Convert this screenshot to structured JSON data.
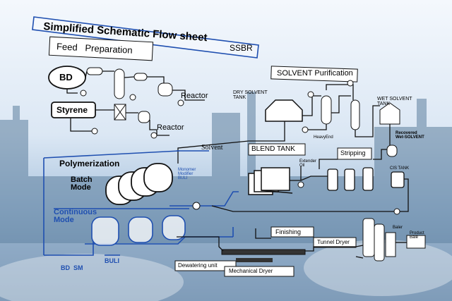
{
  "header": {
    "title": "Simplified Schematic Flow sheet",
    "product": "SSBR"
  },
  "sections": {
    "feed_preparation": "Feed   Preparation",
    "solvent_purification": "SOLVENT Purification",
    "polymerization": "Polymerization",
    "batch_mode": "Batch\nMode",
    "continuous_mode": "Continuous\nMode",
    "blend_tank": "BLEND TANK",
    "stripping": "Stripping",
    "finishing": "Finishing",
    "dewatering_unit": "Dewatering unit",
    "mechanical_dryer": "Mechanical Dryer",
    "tunnel_dryer": "Tunnel Dryer"
  },
  "equipment": {
    "bd": "BD",
    "styrene": "Styrene",
    "reactor_1": "Reactor",
    "reactor_2": "Reactor",
    "solvent": "Solvent",
    "dry_solvent_tank": "DRY SOLVENT\nTANK",
    "heavy_end": "HeavyEnd",
    "wet_solvent_tank": "WET SOLVENT\nTANK",
    "recovered_wet_solvent": "Recovered\nWet-SOLVENT",
    "extender_oil": "Extender\nOil",
    "cis_tank": "CIS TANK",
    "monomer_modifier_buli": "Monomer\nModifier\nBULI",
    "buli": "BULI",
    "bd_sm": "BD  SM",
    "baler": "Baler",
    "product_bale": "Product\nBale"
  },
  "colors": {
    "frame_blue": "#1f4fb0",
    "line": "#111111",
    "sky": "#dce8f6",
    "plant": "#5d7f9e"
  }
}
